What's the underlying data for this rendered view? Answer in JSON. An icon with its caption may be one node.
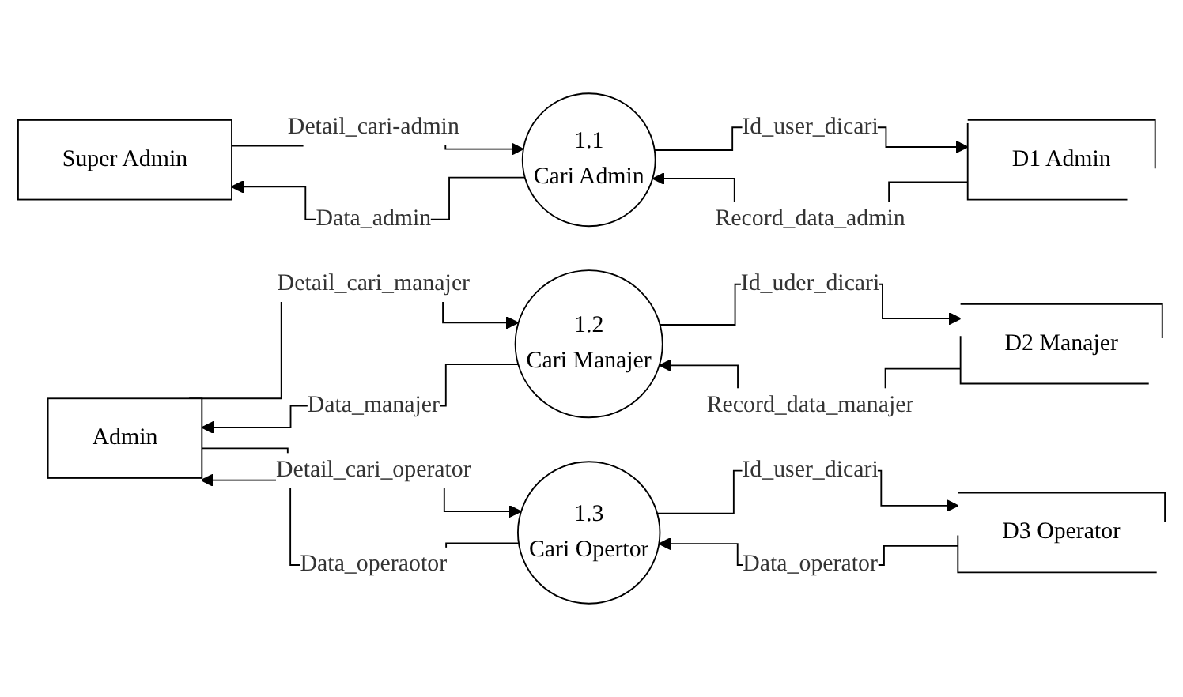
{
  "diagram": {
    "nodes": [
      {
        "text": [
          "Super Admin"
        ]
      },
      {
        "text": [
          "1.1",
          "Cari Admin"
        ]
      },
      {
        "text": [
          "D1 Admin"
        ]
      },
      {
        "text": [
          "Admin"
        ]
      },
      {
        "text": [
          "1.2",
          "Cari Manajer"
        ]
      },
      {
        "text": [
          "D2 Manajer"
        ]
      },
      {
        "text": [
          "1.3",
          "Cari Opertor"
        ]
      },
      {
        "text": [
          "D3 Operator"
        ]
      }
    ],
    "edges": [
      {
        "from": 0,
        "to": 1,
        "arrow": "to",
        "label": "Detail_cari-admin"
      },
      {
        "from": 1,
        "to": 2,
        "arrow": "to",
        "label": "Id_user_dicari"
      },
      {
        "from": 2,
        "to": 1,
        "arrow": "to",
        "label": "Record_data_admin"
      },
      {
        "from": 1,
        "to": 0,
        "arrow": "to",
        "label": "Data_admin"
      },
      {
        "from": 3,
        "to": 4,
        "arrow": "to",
        "label": "Detail_cari_manajer"
      },
      {
        "from": 4,
        "to": 5,
        "arrow": "to",
        "label": "Id_uder_dicari"
      },
      {
        "from": 5,
        "to": 4,
        "arrow": "to",
        "label": "Record_data_manajer"
      },
      {
        "from": 4,
        "to": 3,
        "arrow": "to",
        "label": "Data_manajer"
      },
      {
        "from": 3,
        "to": 6,
        "arrow": "to",
        "label": "Detail_cari_operator"
      },
      {
        "from": 6,
        "to": 3,
        "arrow": "to",
        "label": "Data_operaotor"
      },
      {
        "from": 6,
        "to": 7,
        "arrow": "to",
        "label": "Id_user_dicari"
      },
      {
        "from": 7,
        "to": 6,
        "arrow": "to",
        "label": "Data_operator"
      }
    ]
  }
}
